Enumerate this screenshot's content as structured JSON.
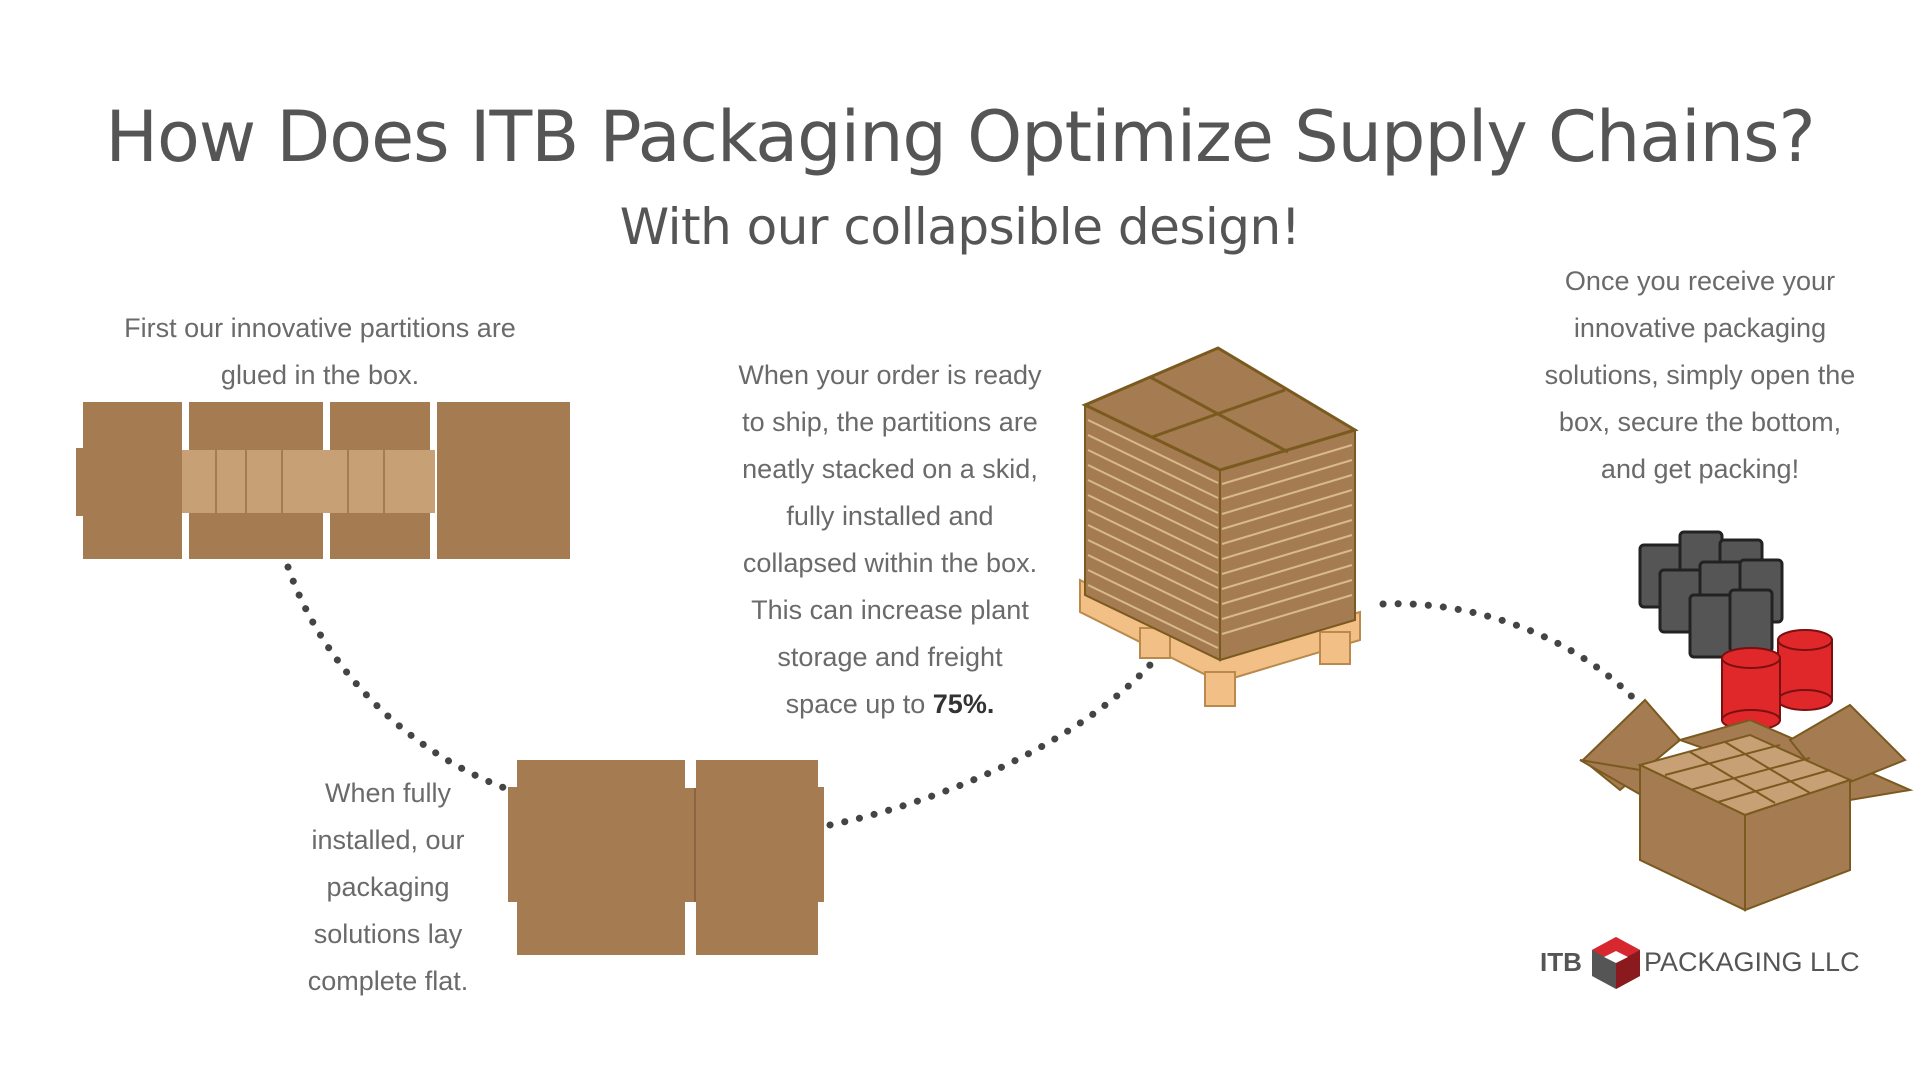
{
  "title": "How Does ITB Packaging Optimize Supply Chains?",
  "subtitle": "With our collapsible design!",
  "step1": {
    "lines": [
      "First our innovative partitions are",
      "glued in the box."
    ]
  },
  "step2": {
    "lines": [
      "When fully",
      "installed, our",
      "packaging",
      "solutions lay",
      "complete flat."
    ]
  },
  "step3": {
    "lines": [
      "When your order is ready",
      "to ship, the partitions are",
      "neatly stacked on a skid,",
      "fully installed and",
      "collapsed within the box.",
      "This can increase plant",
      "storage and freight"
    ],
    "last_prefix": "space up to ",
    "last_bold": "75%."
  },
  "step4": {
    "lines": [
      "Once you receive your",
      "innovative packaging",
      "solutions, simply open the",
      "box, secure the bottom,",
      "and get packing!"
    ]
  },
  "logo": {
    "left": "ITB",
    "right": "PACKAGING LLC"
  },
  "colors": {
    "cardboard": "#a57c52",
    "partition": "#c8a075",
    "pallet": "#f2bf86",
    "outline": "#7a5a1e",
    "dots": "#444444",
    "red_can": "#e0282b",
    "dark_pouch": "#555555",
    "logo_red": "#d7282f"
  }
}
